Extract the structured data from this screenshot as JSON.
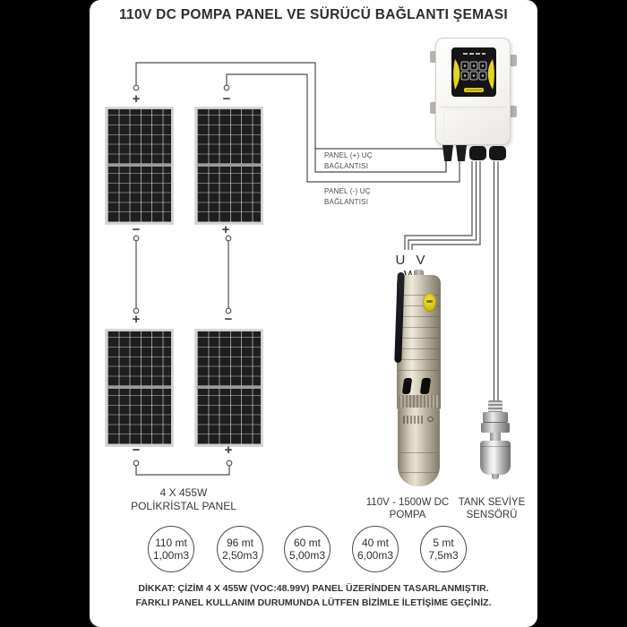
{
  "title": "110V DC POMPA PANEL VE SÜRÜCÜ BAĞLANTI ŞEMASI",
  "signs": {
    "plus": "+",
    "minus": "−"
  },
  "connections": {
    "plus_label_line1": "PANEL (+) UÇ",
    "plus_label_line2": "BAĞLANTISI",
    "minus_label_line1": "PANEL (-) UÇ",
    "minus_label_line2": "BAĞLANTISI"
  },
  "pump": {
    "uvw_label": "U V W",
    "caption_line1": "110V - 1500W DC",
    "caption_line2": "POMPA"
  },
  "sensor": {
    "caption_line1": "TANK SEVİYE",
    "caption_line2": "SENSÖRÜ"
  },
  "panel_array": {
    "caption_line1": "4 X 455W",
    "caption_line2": "POLİKRİSTAL PANEL"
  },
  "performance": [
    {
      "depth": "110 mt",
      "flow": "1,00m3"
    },
    {
      "depth": "96 mt",
      "flow": "2,50m3"
    },
    {
      "depth": "60 mt",
      "flow": "5,00m3"
    },
    {
      "depth": "40 mt",
      "flow": "6,00m3"
    },
    {
      "depth": "5 mt",
      "flow": "7,5m3"
    }
  ],
  "warning": {
    "line1": "DİKKAT: ÇİZİM 4 X 455W (VOC:48.99V) PANEL ÜZERİNDEN  TASARLANMIŞTIR.",
    "line2": "FARKLI PANEL KULLANIM DURUMUNDA LÜTFEN BİZİMLE İLETİŞİME GEÇİNİZ."
  },
  "colors": {
    "accent_yellow": "#e8d31f",
    "wire": "#4d4d4d",
    "panel_dark": "#1e1e1e",
    "background": "#000000",
    "card": "#ffffff"
  }
}
